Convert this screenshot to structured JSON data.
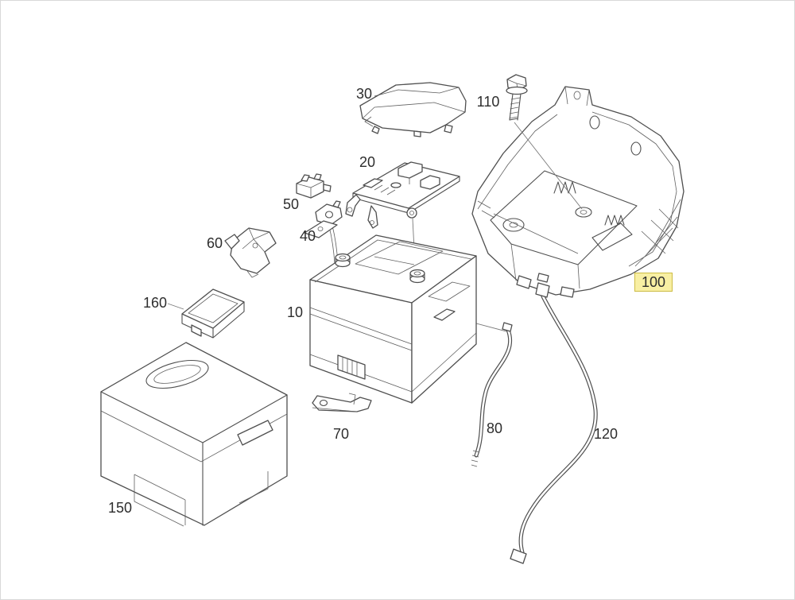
{
  "diagram": {
    "type": "exploded-parts-diagram",
    "colors": {
      "background": "#ffffff",
      "line": "#4f4f4f",
      "label_text": "#2d2d2d",
      "highlight_fill": "#f8efa3",
      "highlight_border": "#cdbc45"
    },
    "labels": {
      "l10": {
        "text": "10",
        "highlighted": false
      },
      "l20": {
        "text": "20",
        "highlighted": false
      },
      "l30": {
        "text": "30",
        "highlighted": false
      },
      "l40": {
        "text": "40",
        "highlighted": false
      },
      "l50": {
        "text": "50",
        "highlighted": false
      },
      "l60": {
        "text": "60",
        "highlighted": false
      },
      "l70": {
        "text": "70",
        "highlighted": false
      },
      "l80": {
        "text": "80",
        "highlighted": false
      },
      "l100": {
        "text": "100",
        "highlighted": true
      },
      "l110": {
        "text": "110",
        "highlighted": false
      },
      "l120": {
        "text": "120",
        "highlighted": false
      },
      "l150": {
        "text": "150",
        "highlighted": false
      },
      "l160": {
        "text": "160",
        "highlighted": false
      }
    }
  }
}
